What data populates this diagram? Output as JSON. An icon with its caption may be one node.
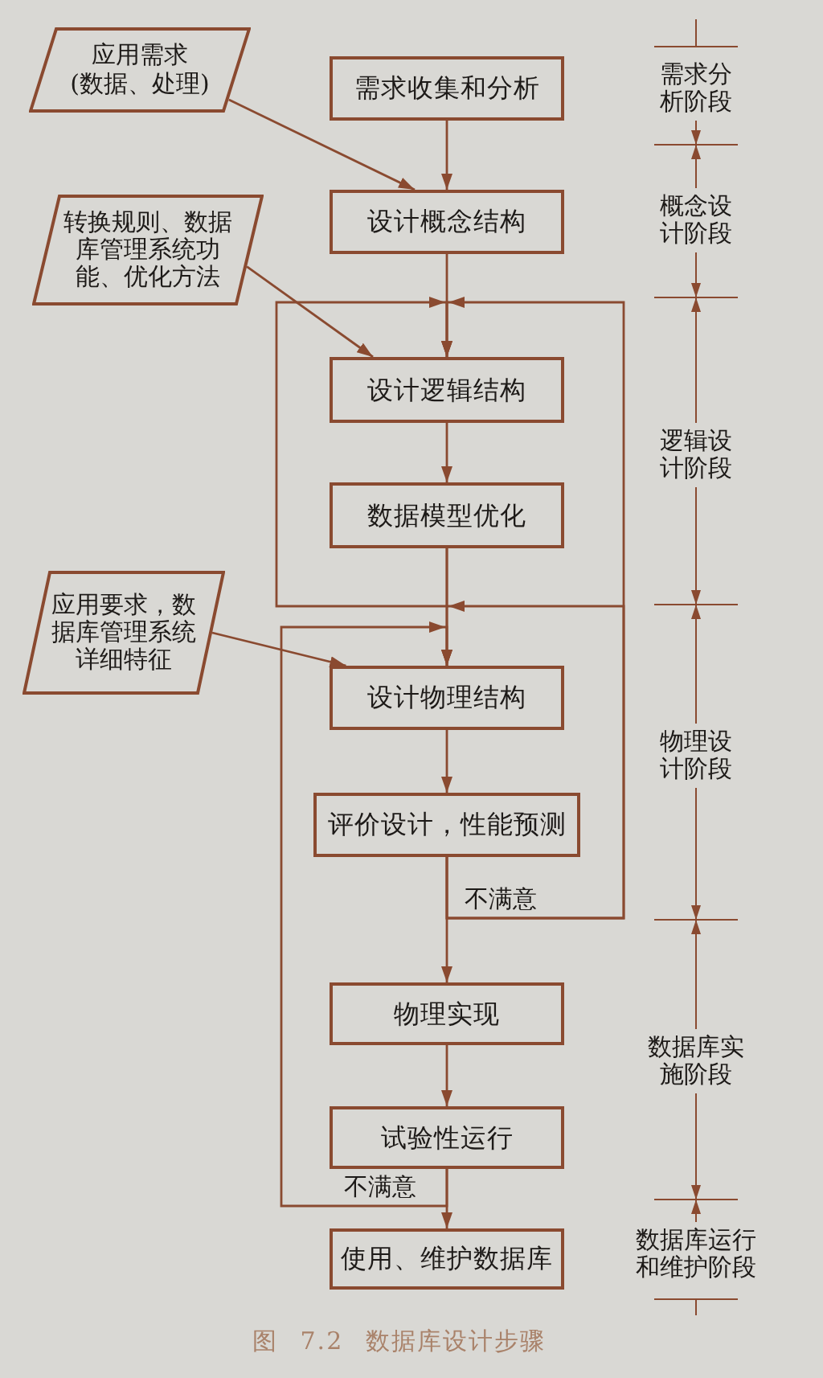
{
  "diagram": {
    "caption": "图 7.2 数据库设计步骤",
    "nodes": [
      {
        "text": [
          "应用需求",
          "(数据、处理)"
        ]
      },
      {
        "text": [
          "需求收集和分析"
        ]
      },
      {
        "text": [
          "设计概念结构"
        ]
      },
      {
        "text": [
          "转换规则、数据库管理系统功能、优化方法"
        ]
      },
      {
        "text": [
          "设计逻辑结构"
        ]
      },
      {
        "text": [
          "数据模型优化"
        ]
      },
      {
        "text": [
          "应用要求，数据库管理系统详细特征"
        ]
      },
      {
        "text": [
          "设计物理结构"
        ]
      },
      {
        "text": [
          "评价设计，性能预测"
        ]
      },
      {
        "text": [
          "物理实现"
        ]
      },
      {
        "text": [
          "试验性运行"
        ]
      },
      {
        "text": [
          "使用、维护数据库"
        ]
      }
    ],
    "edges": [
      {
        "from": 0,
        "to": 2,
        "arrow": "to"
      },
      {
        "from": 1,
        "to": 2,
        "arrow": "to"
      },
      {
        "from": 3,
        "to": 4,
        "arrow": "to"
      },
      {
        "from": 2,
        "to": 4,
        "arrow": "to"
      },
      {
        "from": 4,
        "to": 5,
        "arrow": "to"
      },
      {
        "from": 5,
        "to": 7,
        "arrow": "to"
      },
      {
        "from": 6,
        "to": 7,
        "arrow": "to"
      },
      {
        "from": 7,
        "to": 8,
        "arrow": "to"
      },
      {
        "from": 8,
        "to": 9,
        "arrow": "to"
      },
      {
        "from": 9,
        "to": 10,
        "arrow": "to"
      },
      {
        "from": 10,
        "to": 11,
        "arrow": "to"
      },
      {
        "from": 8,
        "to": 4,
        "arrow": "to",
        "label": "不满意"
      },
      {
        "from": 8,
        "to": 7,
        "arrow": "to"
      },
      {
        "from": 5,
        "to": 4,
        "arrow": "to"
      },
      {
        "from": 10,
        "to": 7,
        "arrow": "to",
        "label": "不满意"
      }
    ],
    "labels": [
      "需求分析阶段",
      "概念设计阶段",
      "逻辑设计阶段",
      "物理设计阶段",
      "数据库实施阶段",
      "数据库运行和维护阶段"
    ]
  }
}
